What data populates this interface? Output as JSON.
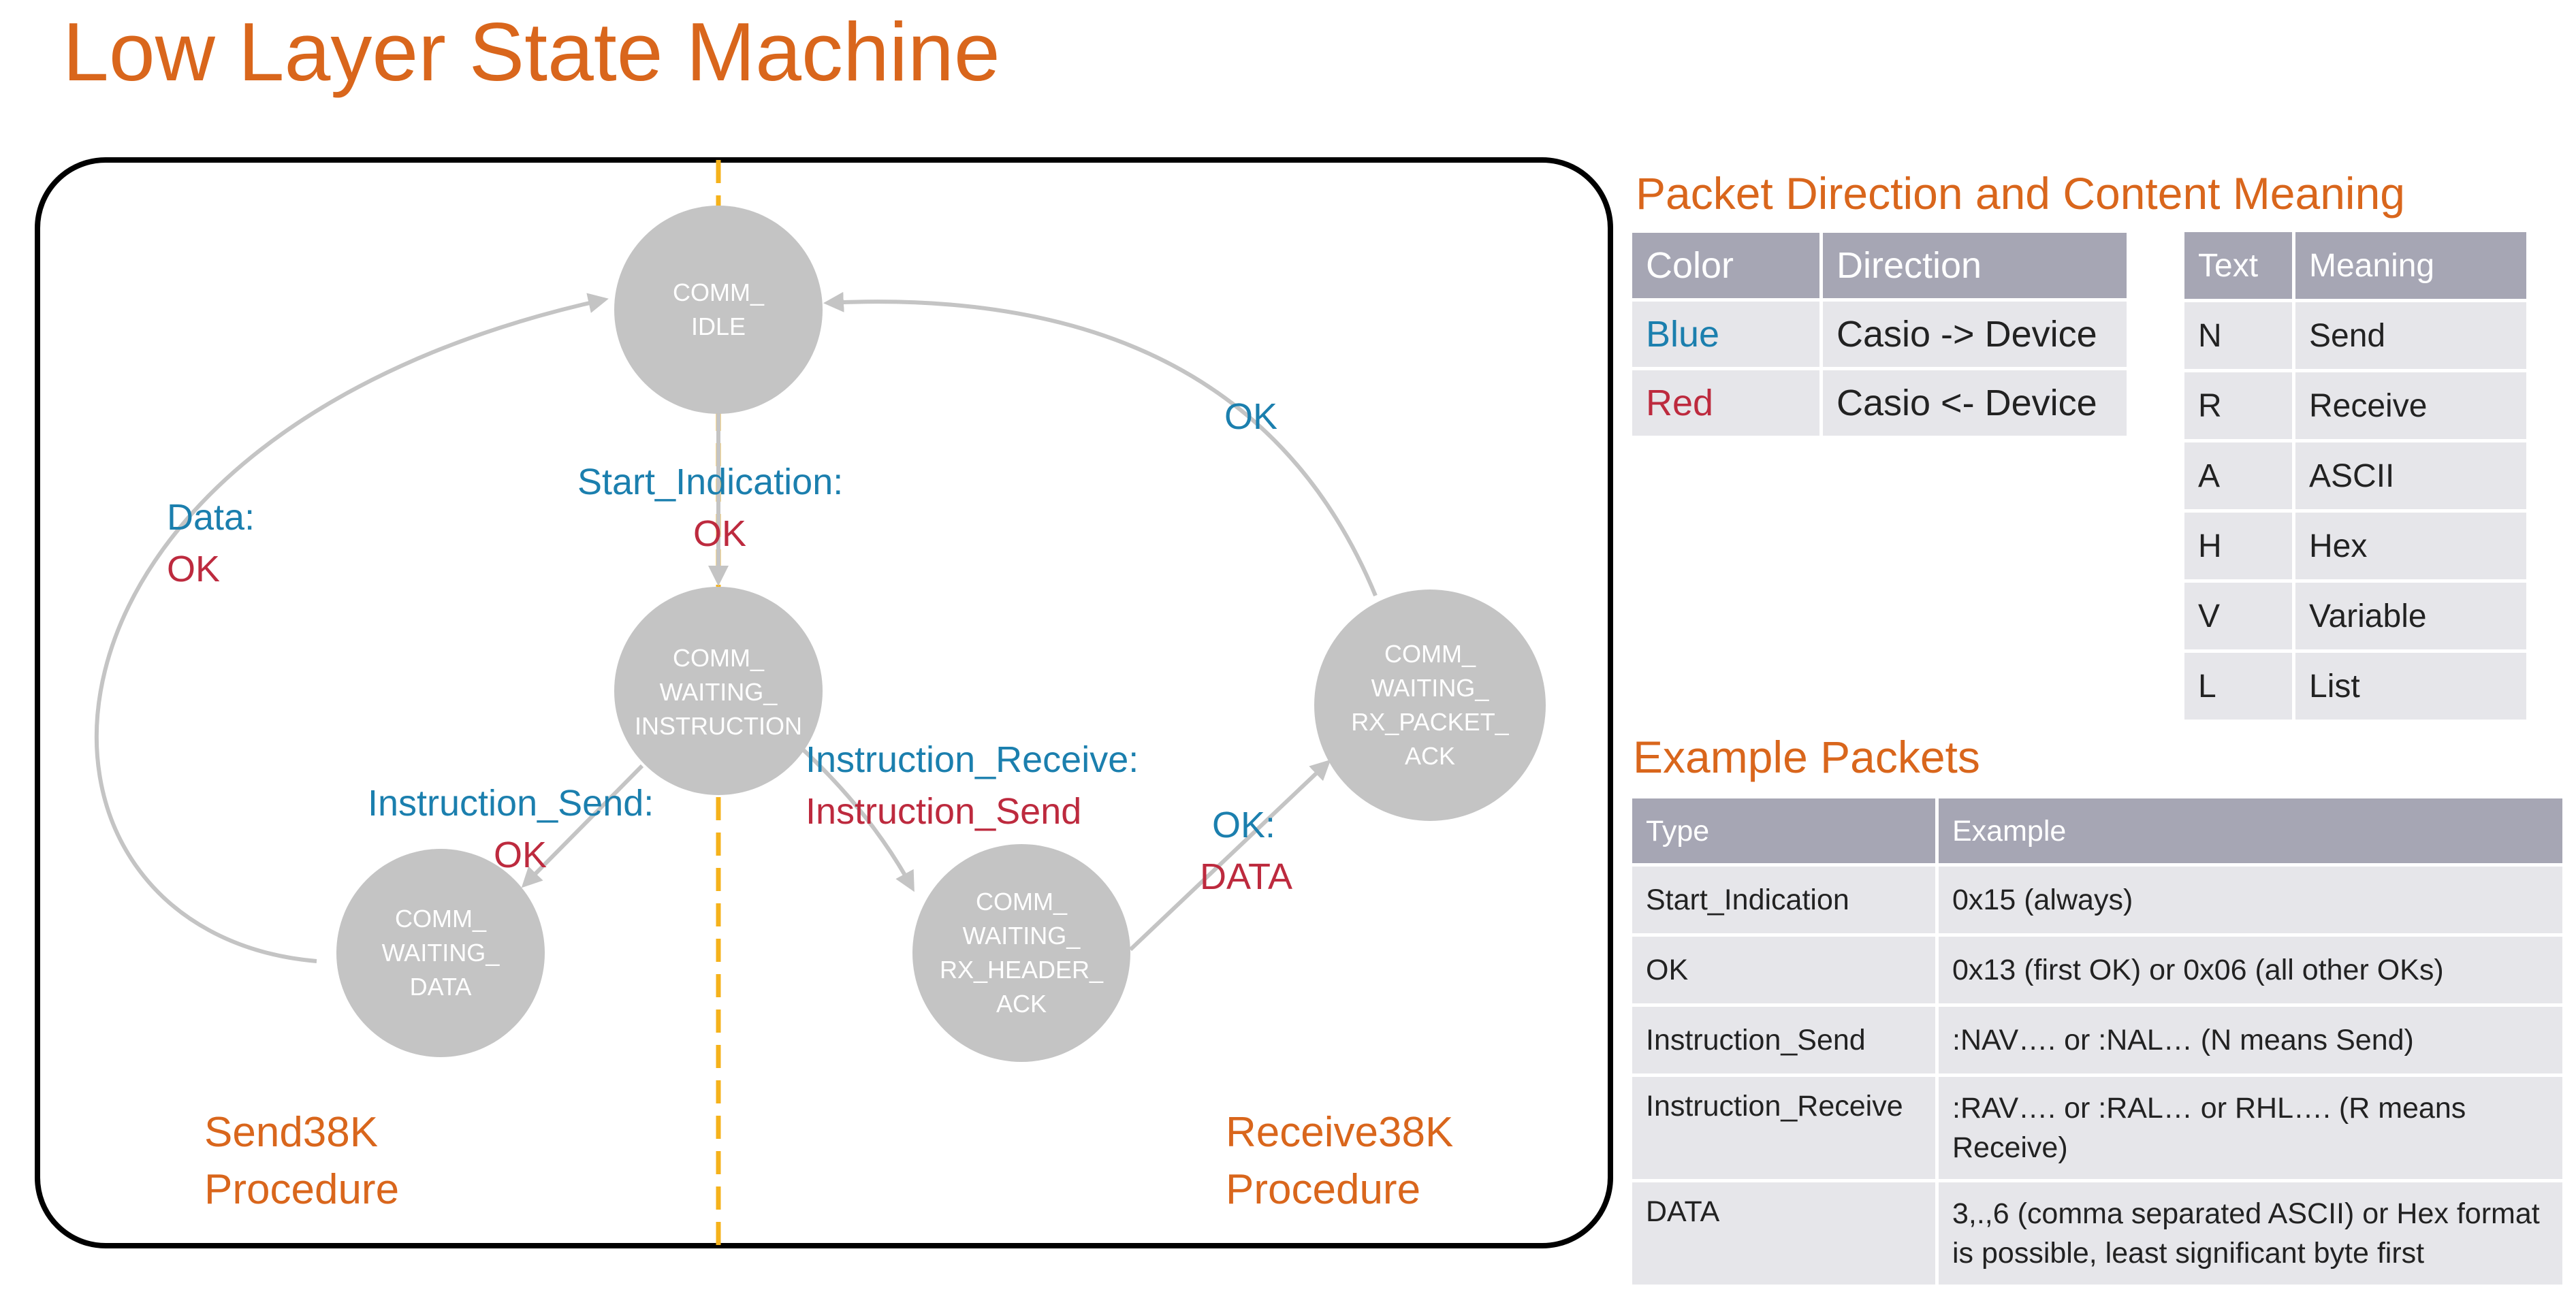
{
  "title": "Low Layer State Machine",
  "colors": {
    "accent": "#d9661c",
    "blue": "#1b7fae",
    "red": "#bd2a3e",
    "node": "#c4c4c4",
    "divider": "#f5b21b",
    "header": "#a6a6b4",
    "cell": "#e6e6ea"
  },
  "diagram": {
    "nodes": {
      "idle": "COMM_\nIDLE",
      "waiting_instruction": "COMM_\nWAITING_\nINSTRUCTION",
      "waiting_data": "COMM_\nWAITING_\nDATA",
      "rx_header_ack": "COMM_\nWAITING_\nRX_HEADER_\nACK",
      "rx_packet_ack": "COMM_\nWAITING_\nRX_PACKET_\nACK"
    },
    "edges": {
      "start_indication": {
        "blue": "Start_Indication:",
        "red": "OK"
      },
      "data_ok": {
        "blue": "Data:",
        "red": "OK"
      },
      "instruction_send": {
        "blue": "Instruction_Send:",
        "red": "OK"
      },
      "instruction_receive": {
        "blue": "Instruction_Receive:",
        "red": "Instruction_Send"
      },
      "ok_data": {
        "blue": "OK:",
        "red": "DATA"
      },
      "ok_return": {
        "blue": "OK"
      }
    },
    "procedures": {
      "send": [
        "Send38K",
        "Procedure"
      ],
      "receive": [
        "Receive38K",
        "Procedure"
      ]
    }
  },
  "packet_direction": {
    "title": "Packet Direction and Content Meaning",
    "headers": [
      "Color",
      "Direction"
    ],
    "rows": [
      {
        "color": "Blue",
        "direction": "Casio -> Device"
      },
      {
        "color": "Red",
        "direction": "Casio <- Device"
      }
    ]
  },
  "meaning": {
    "headers": [
      "Text",
      "Meaning"
    ],
    "rows": [
      {
        "text": "N",
        "meaning": "Send"
      },
      {
        "text": "R",
        "meaning": "Receive"
      },
      {
        "text": "A",
        "meaning": "ASCII"
      },
      {
        "text": "H",
        "meaning": "Hex"
      },
      {
        "text": "V",
        "meaning": "Variable"
      },
      {
        "text": "L",
        "meaning": "List"
      }
    ]
  },
  "examples": {
    "title": "Example Packets",
    "headers": [
      "Type",
      "Example"
    ],
    "rows": [
      {
        "type": "Start_Indication",
        "example": "0x15 (always)"
      },
      {
        "type": "OK",
        "example": "0x13 (first OK) or 0x06 (all other OKs)"
      },
      {
        "type": "Instruction_Send",
        "example": ":NAV…. or :NAL… (N means Send)"
      },
      {
        "type": "Instruction_Receive",
        "example": ":RAV…. or :RAL… or RHL…. (R means Receive)"
      },
      {
        "type": "DATA",
        "example": "3,.,6 (comma separated ASCII) or Hex format is possible, least significant byte first"
      }
    ]
  }
}
